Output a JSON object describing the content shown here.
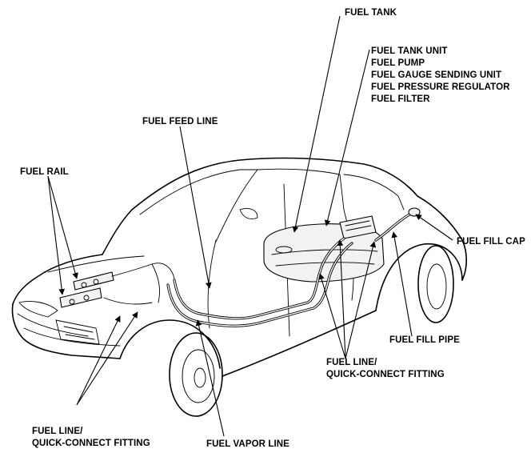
{
  "labels": {
    "fuel_tank": "FUEL TANK",
    "tank_unit": [
      "FUEL TANK UNIT",
      "FUEL PUMP",
      "FUEL GAUGE SENDING UNIT",
      "FUEL PRESSURE REGULATOR",
      "FUEL FILTER"
    ],
    "fuel_feed_line": "FUEL FEED LINE",
    "fuel_rail": "FUEL RAIL",
    "fuel_fill_cap": "FUEL FILL CAP",
    "fuel_fill_pipe": "FUEL FILL PIPE",
    "fuel_line_rear": [
      "FUEL LINE/",
      "QUICK-CONNECT FITTING"
    ],
    "fuel_line_front": [
      "FUEL LINE/",
      "QUICK-CONNECT FITTING"
    ],
    "fuel_vapor_line": "FUEL VAPOR LINE"
  }
}
